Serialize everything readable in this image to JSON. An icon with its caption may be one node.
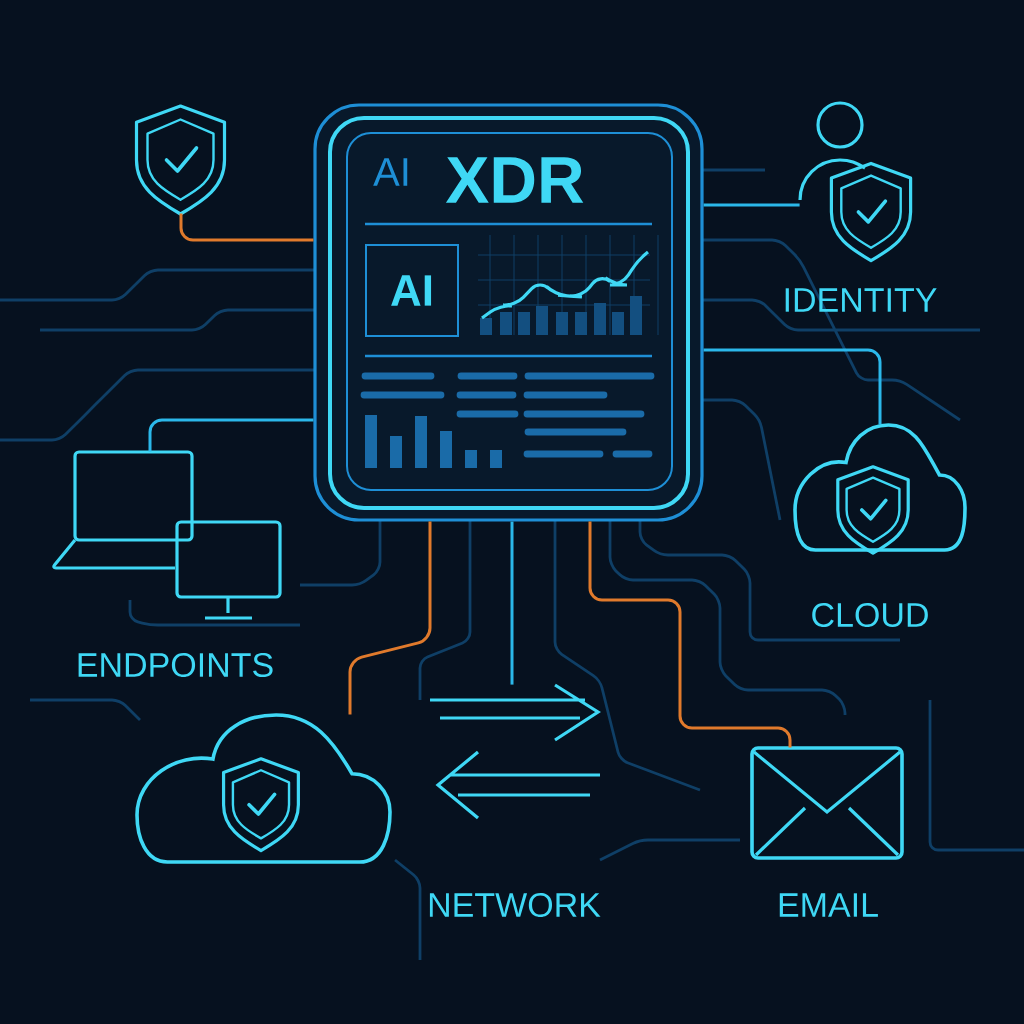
{
  "diagram": {
    "nodes": [
      {
        "text": [
          "AI",
          "XDR"
        ]
      },
      {
        "text": [
          "AI"
        ],
        "in": 0
      },
      {
        "text": [],
        "shape": "picture"
      },
      {
        "text": [
          "IDENTITY"
        ]
      },
      {
        "text": [
          "CLOUD"
        ]
      },
      {
        "text": [
          "EMAIL"
        ]
      },
      {
        "text": [
          "NETWORK"
        ]
      },
      {
        "text": [],
        "shape": "cloud"
      },
      {
        "text": [
          "ENDPOINTS"
        ]
      }
    ],
    "edges": [
      {
        "from": 2,
        "to": 0,
        "arrow": "none",
        "color": "#e07a2c"
      },
      {
        "from": 0,
        "to": 3,
        "arrow": "none"
      },
      {
        "from": 0,
        "to": 4,
        "arrow": "none"
      },
      {
        "from": 0,
        "to": 5,
        "arrow": "none",
        "color": "#e07a2c"
      },
      {
        "from": 0,
        "to": 6,
        "arrow": "none"
      },
      {
        "from": 0,
        "to": 7,
        "arrow": "none",
        "color": "#e07a2c"
      },
      {
        "from": 0,
        "to": 8,
        "arrow": "none"
      }
    ]
  }
}
